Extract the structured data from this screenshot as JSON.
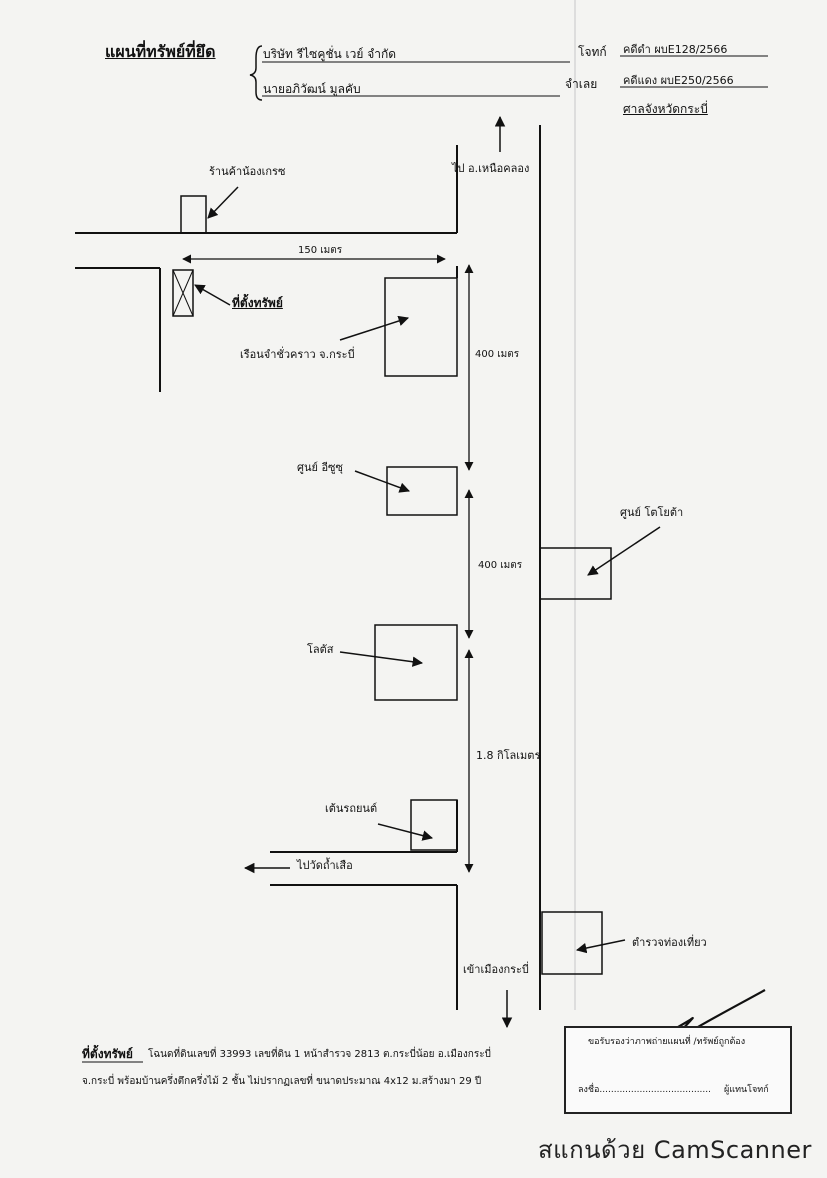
{
  "header": {
    "title": "แผนที่ทรัพย์ที่ยึด",
    "company": "บริษัท รีไซคูชั่น เวย์ จำกัด",
    "defendant_name": "นายอภิวัฒน์  มูลคับ",
    "plaintiff_label": "โจทก์",
    "plaintiff_case": "คดีดำ ผบE128/2566",
    "defendant_label": "จำเลย",
    "defendant_case": "คดีแดง ผบE250/2566",
    "court": "ศาลจังหวัดกระบี่"
  },
  "landmarks": {
    "store": "ร้านค้าน้องเกรซ",
    "property": "ที่ตั้งทรัพย์",
    "prison": "เรือนจำชั่วคราว จ.กระบี่",
    "isuzu": "ศูนย์ อีซูซุ",
    "toyota": "ศูนย์ โตโยต้า",
    "lotus": "โลตัส",
    "car_tent": "เต้นรถยนต์",
    "tourist_police": "ตำรวจท่องเที่ยว"
  },
  "roads": {
    "north": "ไป อ.เหนือคลอง",
    "wat": "ไปวัดถ้ำเสือ",
    "city": "เข้าเมืองกระบี่"
  },
  "distances": {
    "d150": "150 เมตร",
    "d400a": "400 เมตร",
    "d400b": "400 เมตร",
    "d18": "1.8 กิโลเมตร"
  },
  "description": {
    "label": "ที่ตั้งทรัพย์",
    "line1": "โฉนดที่ดินเลขที่ 33993 เลขที่ดิน 1 หน้าสำรวจ 2813 ต.กระบี่น้อย อ.เมืองกระบี่",
    "line2": "จ.กระบี่ พร้อมบ้านครึ่งตึกครึ่งไม้ 2 ชั้น ไม่ปรากฏเลขที่ ขนาดประมาณ 4x12 ม.สร้างมา 29 ปี"
  },
  "signature": {
    "line1": "ขอรับรองว่าภาพถ่ายแผนที่ /ทรัพย์ถูกต้อง",
    "line2_prefix": "ลงชื่อ.......................................",
    "line2_suffix": "ผู้แทนโจทก์"
  },
  "watermark": "สแกนด้วย CamScanner"
}
